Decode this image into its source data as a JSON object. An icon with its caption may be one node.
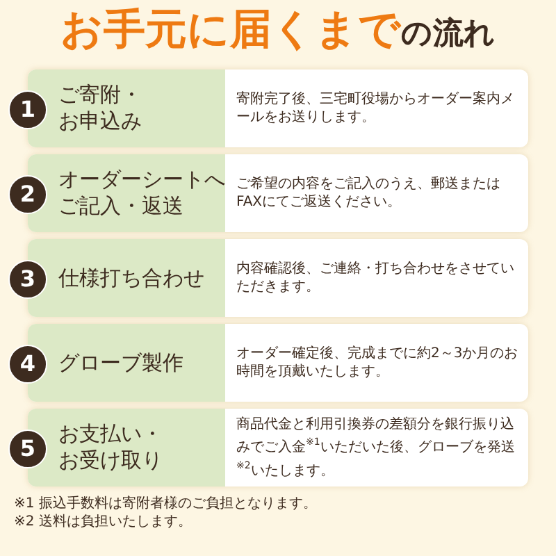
{
  "diagram": {
    "title": "**お手元に届くまで**の流れ",
    "nodes": [
      {
        "text": [
          "1",
          "ご寄附・お申込み",
          "寄附完了後、三宅町役場からオーダー案内メールをお送りします。"
        ]
      },
      {
        "text": [
          "2",
          "オーダーシートへご記入・返送",
          "ご希望の内容をご記入のうえ、郵送またはFAXにてご返送ください。"
        ]
      },
      {
        "text": [
          "3",
          "仕様打ち合わせ",
          "内容確認後、ご連絡・打ち合わせをさせていただきます。"
        ]
      },
      {
        "text": [
          "4",
          "グローブ製作",
          "オーダー確定後、完成までに約2～3か月のお時間を頂戴いたします。"
        ]
      },
      {
        "text": [
          "5",
          "お支払い・お受け取り",
          "商品代金と利用引換券の差額分を銀行振り込みでご入金$^{※1}$いただいた後、グローブを発送$^{※2}$いたします。"
        ]
      }
    ],
    "labels": [
      "※1 振込手数料は寄附者様のご負担となります。",
      "※2 送料は負担いたします。"
    ]
  }
}
